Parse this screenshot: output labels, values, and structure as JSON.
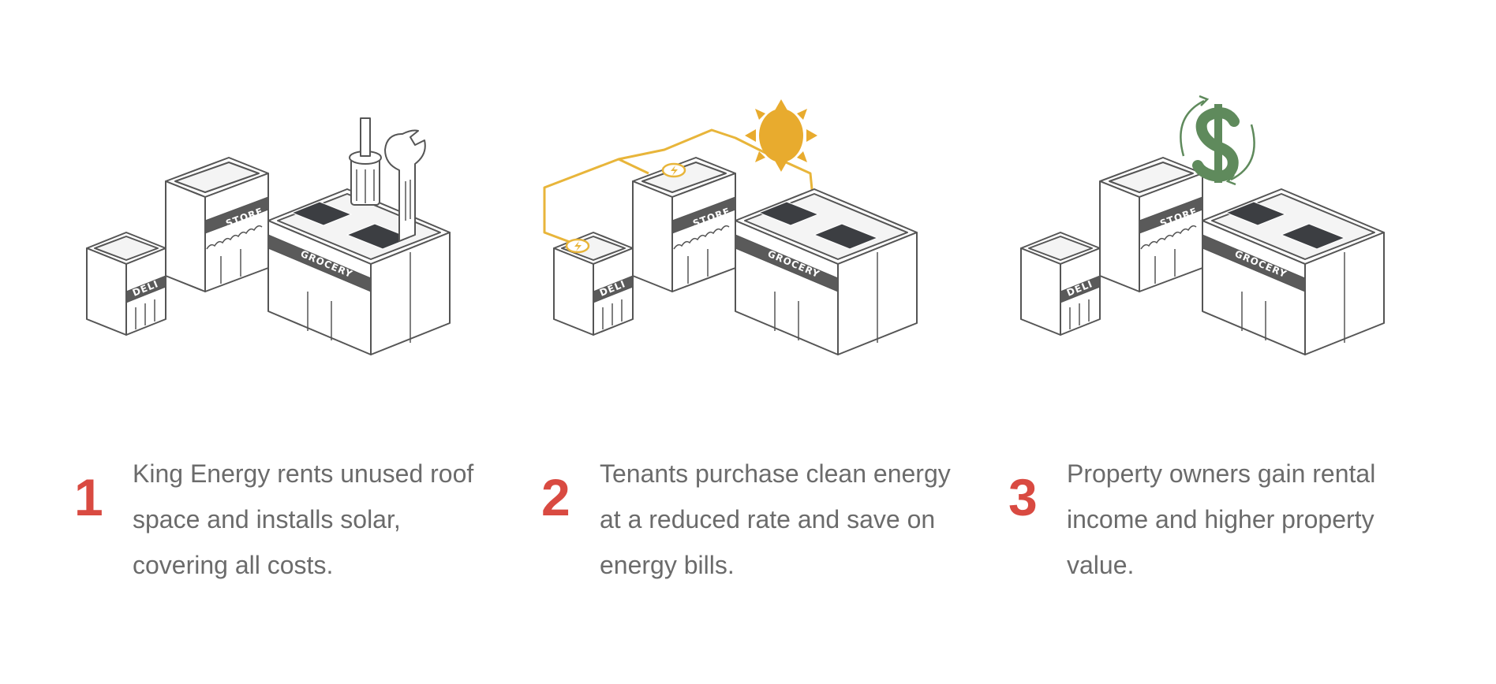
{
  "colors": {
    "step_number": "#d94a41",
    "body_text": "#6b6b6b",
    "building_stroke": "#555555",
    "sun": "#e8ab2e",
    "dollar": "#5f8a5c"
  },
  "building_signs": {
    "deli": "DELI",
    "store": "STORE",
    "grocery": "GROCERY"
  },
  "steps": [
    {
      "number": "1",
      "text": "King Energy rents unused roof space and installs solar, covering all costs.",
      "illustration_icons": [
        "screwdriver-icon",
        "wrench-icon"
      ]
    },
    {
      "number": "2",
      "text": "Tenants purchase clean energy at a reduced rate and save on energy bills.",
      "illustration_icons": [
        "sun-icon",
        "power-wire-icon",
        "bolt-icon"
      ]
    },
    {
      "number": "3",
      "text": "Property owners gain rental income and higher property value.",
      "illustration_icons": [
        "dollar-sign-icon",
        "cycle-arrows-icon"
      ]
    }
  ]
}
